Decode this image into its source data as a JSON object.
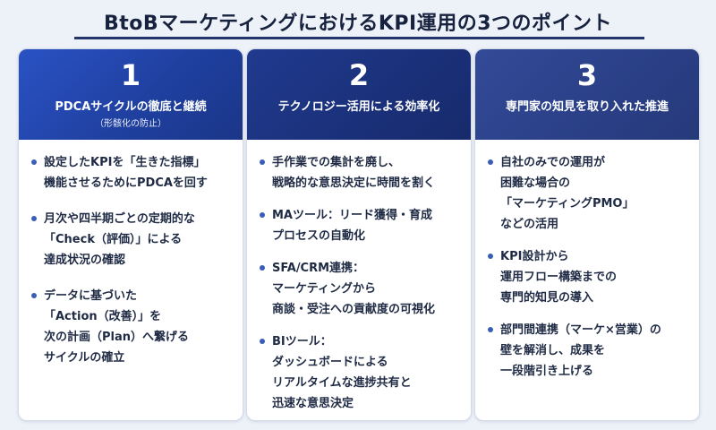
{
  "title": "BtoBマーケティングにおけるKPI運用の3つのポイント",
  "colors": {
    "accent": "#1f3f9e",
    "background": "#edf1f8",
    "bullet": "#3a5db8"
  },
  "cards": [
    {
      "number": "1",
      "heading": "PDCAサイクルの徹底と継続",
      "subheading": "（形骸化の防止）",
      "items": [
        "設定したKPIを「生きた指標」\n機能させるためにPDCAを回す",
        "月次や四半期ごとの定期的な\n「Check（評価）」による\n達成状況の確認",
        "データに基づいた\n「Action（改善）」を\n次の計画（Plan）へ繋げる\nサイクルの確立"
      ]
    },
    {
      "number": "2",
      "heading": "テクノロジー活用による効率化",
      "subheading": "",
      "items": [
        "手作業での集計を廃し、\n戦略的な意思決定に時間を割く",
        "MAツール：リード獲得・育成\nプロセスの自動化",
        "SFA/CRM連携：\nマーケティングから\n商談・受注への貢献度の可視化",
        "BIツール：\nダッシュボードによる\nリアルタイムな進捗共有と\n迅速な意思決定"
      ]
    },
    {
      "number": "3",
      "heading": "専門家の知見を取り入れた推進",
      "subheading": "",
      "items": [
        "自社のみでの運用が\n困難な場合の\n「マーケティングPMO」\nなどの活用",
        "KPI設計から\n運用フロー構築までの\n専門的知見の導入",
        "部門間連携（マーケ×営業）の\n壁を解消し、成果を\n一段階引き上げる"
      ]
    }
  ]
}
